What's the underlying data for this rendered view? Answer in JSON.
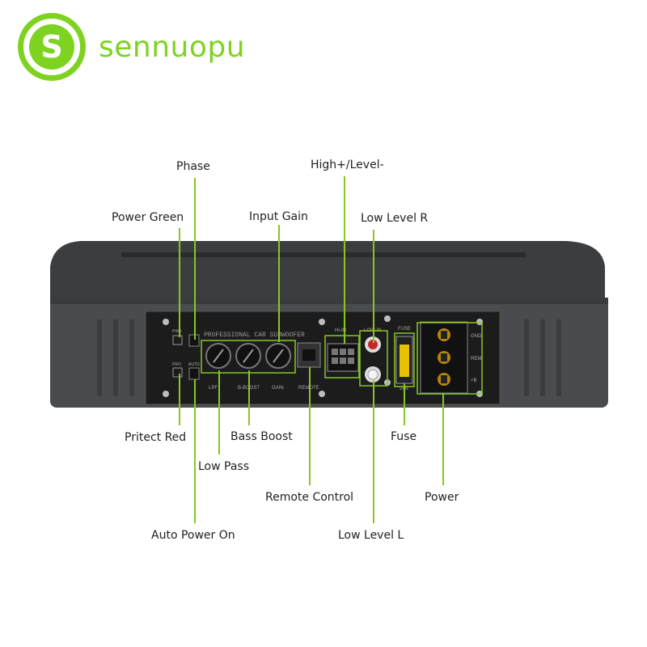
{
  "brand": {
    "name": "sennuopu",
    "color": "#7ed321"
  },
  "panel": {
    "title": "PROFESSIONAL CAR SUBWOOFER",
    "knob_labels": [
      "LPF",
      "B-BOOST",
      "GAIN"
    ],
    "remote_label": "REMOTE",
    "hi_in_label": "HI-IN",
    "lo_in_label": "LOW-IN",
    "fuse_label": "FUSE",
    "fuse_rating": "20A",
    "power_labels": [
      "GND",
      "REM",
      "+B"
    ],
    "pwr_label": "PWR",
    "pro_label": "PRO",
    "auto_label": "AUTO"
  },
  "callouts": {
    "phase": "Phase",
    "power_green": "Power Green",
    "input_gain": "Input Gain",
    "high_level": "High+/Level-",
    "low_level_r": "Low Level R",
    "pritect_red": "Pritect Red",
    "bass_boost": "Bass Boost",
    "fuse": "Fuse",
    "low_pass": "Low Pass",
    "remote_control": "Remote Control",
    "power": "Power",
    "auto_power_on": "Auto Power On",
    "low_level_l": "Low Level L"
  },
  "line_color": "#86c820"
}
